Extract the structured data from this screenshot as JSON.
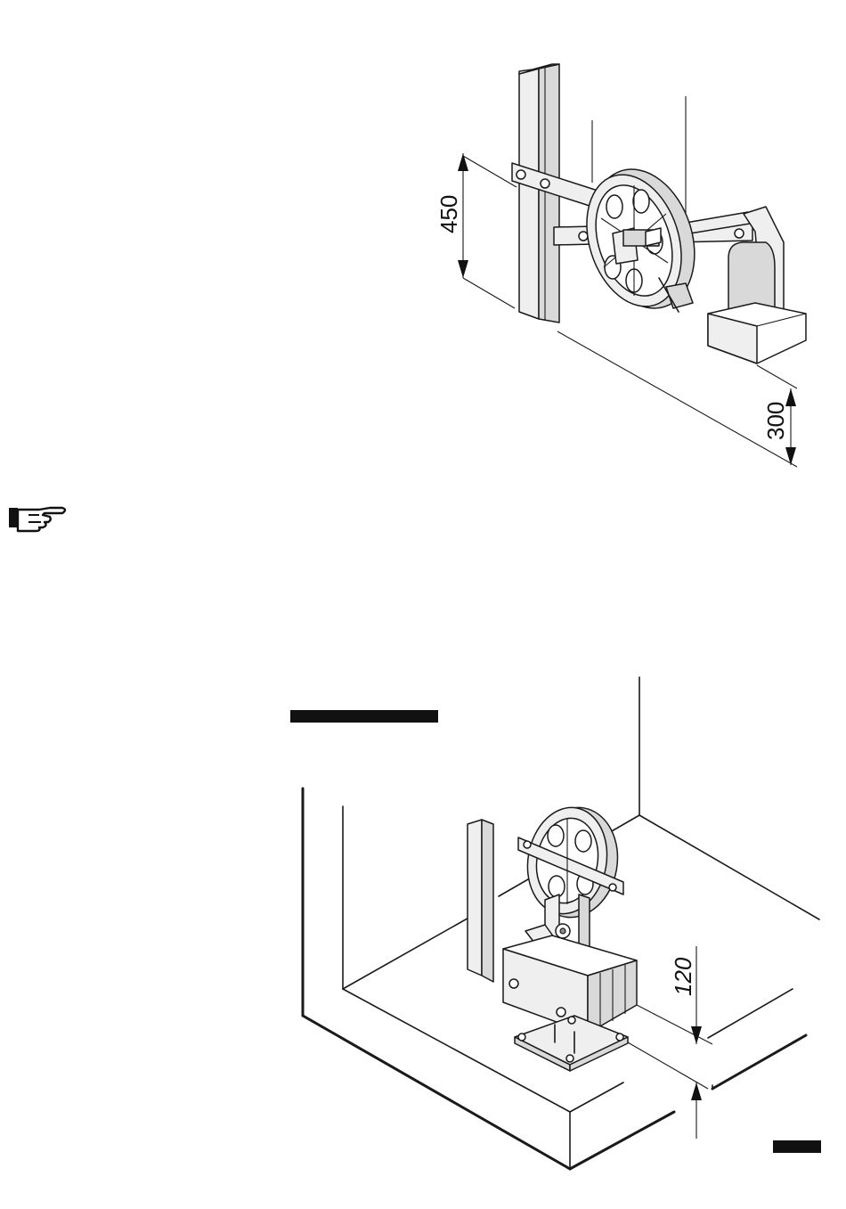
{
  "dimensions": {
    "top_vertical": "450",
    "top_floor_offset": "300",
    "bottom_height": "120"
  },
  "icons": {
    "note": "pointing-hand-icon"
  },
  "colors": {
    "ink": "#1a1a1a",
    "shade": "#d9d9d9",
    "background": "#ffffff"
  }
}
